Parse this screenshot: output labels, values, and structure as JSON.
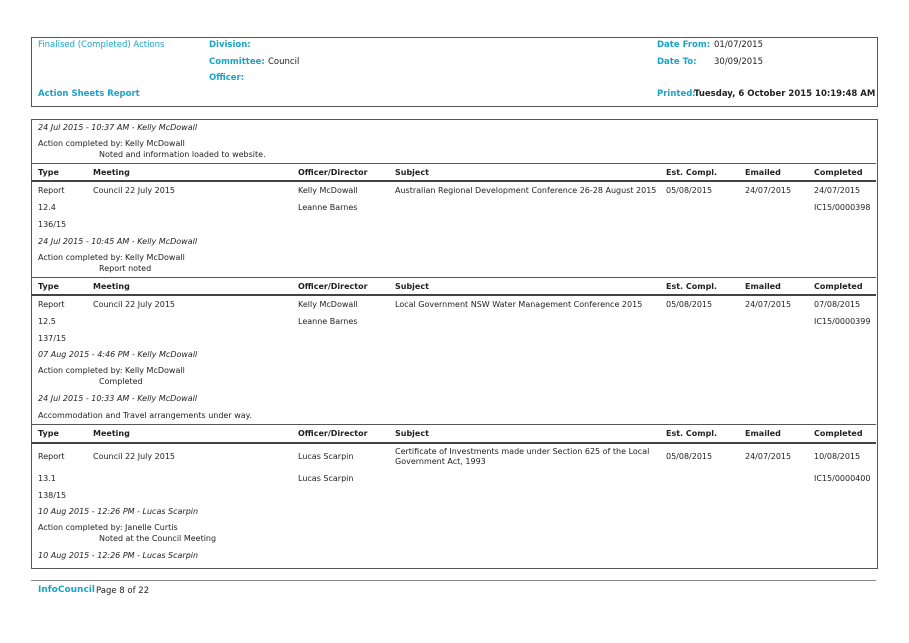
{
  "header": {
    "report_group": "Finalised (Completed) Actions",
    "division_label": "Division:",
    "committee_label": "Committee:",
    "committee_value": "Council",
    "officer_label": "Officer:",
    "report_title": "Action Sheets Report",
    "date_from_label": "Date From:",
    "date_from_value": "01/07/2015",
    "date_to_label": "Date To:",
    "date_to_value": "30/09/2015",
    "printed_label": "Printed:",
    "printed_value": "Tuesday, 6 October 2015  10:19:48 AM"
  },
  "columns": {
    "type": "Type",
    "meeting": "Meeting",
    "officer": "Officer/Director",
    "subject": "Subject",
    "est": "Est. Compl.",
    "emailed": "Emailed",
    "completed": "Completed"
  },
  "top": {
    "note_stamp": "24 Jul 2015 - 10:37 AM - Kelly McDowall",
    "action_by": "Action completed by: Kelly McDowall",
    "action_note": "Noted and information loaded to website."
  },
  "records": [
    {
      "type": "Report",
      "meeting": "Council 22 July 2015",
      "officer": "Kelly McDowall",
      "officer2": "Leanne Barnes",
      "subject": "Australian Regional Development Conference 26-28 August 2015",
      "est": "05/08/2015",
      "emailed": "24/07/2015",
      "completed": "24/07/2015",
      "ref": "IC15/0000398",
      "item": "12.4",
      "resolution": "136/15",
      "stamp1": "24 Jul 2015 - 10:45 AM - Kelly McDowall",
      "action_by": "Action completed by: Kelly McDowall",
      "action_note": "Report noted"
    },
    {
      "type": "Report",
      "meeting": "Council 22 July 2015",
      "officer": "Kelly McDowall",
      "officer2": "Leanne Barnes",
      "subject": "Local Government NSW Water Management Conference 2015",
      "est": "05/08/2015",
      "emailed": "24/07/2015",
      "completed": "07/08/2015",
      "ref": "IC15/0000399",
      "item": "12.5",
      "resolution": "137/15",
      "stamp1": "07 Aug 2015 - 4:46 PM - Kelly McDowall",
      "action_by": "Action completed by: Kelly McDowall",
      "action_note": "Completed",
      "stamp2": "24 Jul 2015 - 10:33 AM - Kelly McDowall",
      "note2": "Accommodation and Travel arrangements under way."
    },
    {
      "type": "Report",
      "meeting": "Council 22 July 2015",
      "officer": "Lucas Scarpin",
      "officer2": "Lucas Scarpin",
      "subject_line1": "Certificate of Investments made under Section 625 of the Local",
      "subject_line2": "Government Act, 1993",
      "est": "05/08/2015",
      "emailed": "24/07/2015",
      "completed": "10/08/2015",
      "ref": "IC15/0000400",
      "item": "13.1",
      "resolution": "138/15",
      "stamp1": "10 Aug 2015 - 12:26 PM - Lucas Scarpin",
      "action_by": "Action completed by: Janelle Curtis",
      "action_note": "Noted at the Council Meeting",
      "stamp2": "10 Aug 2015 - 12:26 PM - Lucas Scarpin"
    }
  ],
  "footer": {
    "brand": "InfoCouncil",
    "page": "Page 8 of 22"
  },
  "colors": {
    "accent": "#1aa3c9",
    "border": "#555555"
  }
}
